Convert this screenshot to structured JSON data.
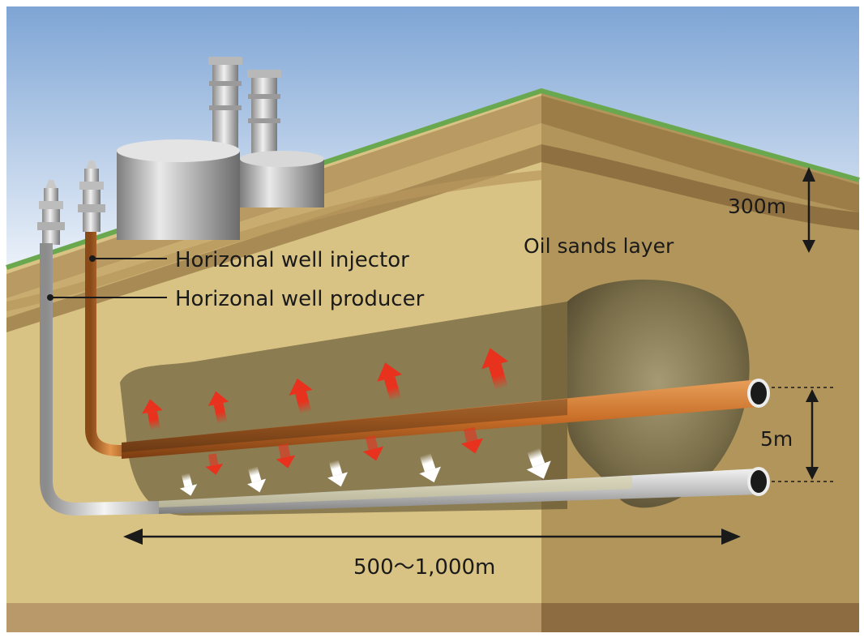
{
  "labels": {
    "injector": "Horizonal well injector",
    "producer": "Horizonal well producer",
    "layer": "Oil sands layer",
    "depth": "300m",
    "spacing": "5m",
    "length": "500～1,000m"
  },
  "colors": {
    "sky_top": "#7fa6d6",
    "sky_bottom": "#e6eef8",
    "grass": "#6aa84f",
    "ground_front": "#d8c282",
    "ground_side": "#a98d52",
    "reservoir": "#5c5234",
    "injector_pipe": "#c8722c",
    "producer_pipe": "#c8c8c8",
    "steam_arrow": "#e8321e",
    "oil_arrow": "#ffffff"
  }
}
